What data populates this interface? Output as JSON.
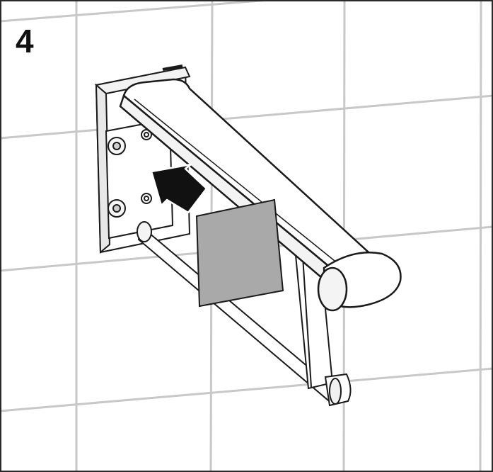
{
  "step_number": "4",
  "colors": {
    "frame": "#2a2a2a",
    "tile_grout": "#c8c8c8",
    "line": "#1a1a1a",
    "cover_plate": "#a9a9a9",
    "arrow": "#111111"
  },
  "icons": [
    "wall-plate",
    "screw-icon",
    "grab-bar",
    "cover-plate",
    "insert-arrow-icon"
  ]
}
